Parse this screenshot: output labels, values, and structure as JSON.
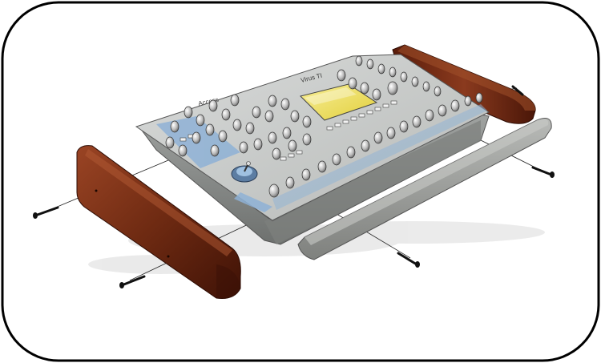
{
  "figure": {
    "brand_logo_text": "Access",
    "model_logo_text": "Virus TI",
    "colors": {
      "frame_border": "#000000",
      "background": "#ffffff",
      "wood_light": "#8a3a1e",
      "wood_dark": "#4a1608",
      "panel_top": "#c9ccca",
      "panel_side": "#8d908e",
      "screen": "#f0e36a",
      "accent_blue": "#8fb2d6",
      "knob": "#d8d8d8",
      "palmrest": "#a4a6a3",
      "screw": "#111111"
    },
    "parts": [
      {
        "id": "main-unit",
        "label": ""
      },
      {
        "id": "wood-side-panel-left",
        "label": ""
      },
      {
        "id": "wood-side-panel-right",
        "label": ""
      },
      {
        "id": "palm-rest",
        "label": ""
      },
      {
        "id": "screws",
        "label": ""
      }
    ]
  }
}
